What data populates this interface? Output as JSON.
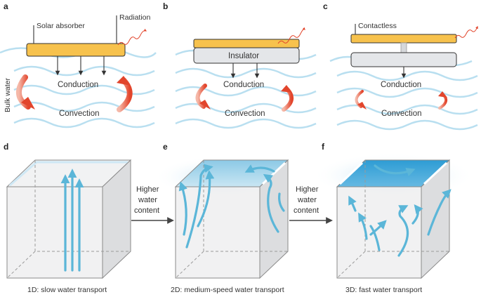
{
  "panels": {
    "a": {
      "letter": "a",
      "solar_absorber": "Solar absorber",
      "radiation": "Radiation",
      "bulk_water": "Bulk water",
      "conduction": "Conduction",
      "convection": "Convection"
    },
    "b": {
      "letter": "b",
      "insulator": "Insulator",
      "conduction": "Conduction",
      "convection": "Convection"
    },
    "c": {
      "letter": "c",
      "contactless": "Contactless",
      "conduction": "Conduction",
      "convection": "Convection"
    },
    "d": {
      "letter": "d",
      "caption": "1D: slow water transport"
    },
    "e": {
      "letter": "e",
      "caption": "2D: medium-speed water transport"
    },
    "f": {
      "letter": "f",
      "caption": "3D: fast water transport"
    }
  },
  "arrows": {
    "de": {
      "line1": "Higher",
      "line2": "water",
      "line3": "content"
    },
    "ef": {
      "line1": "Higher",
      "line2": "water",
      "line3": "content"
    }
  },
  "colors": {
    "absorber": "#f7c24d",
    "insulator": "#e4e6e9",
    "water_wave": "#b9dff0",
    "heat_arrow": "#e2452c",
    "flow": "#5bb6d8",
    "wet_top": "#3aa6da",
    "cube_face": "#ececed"
  }
}
